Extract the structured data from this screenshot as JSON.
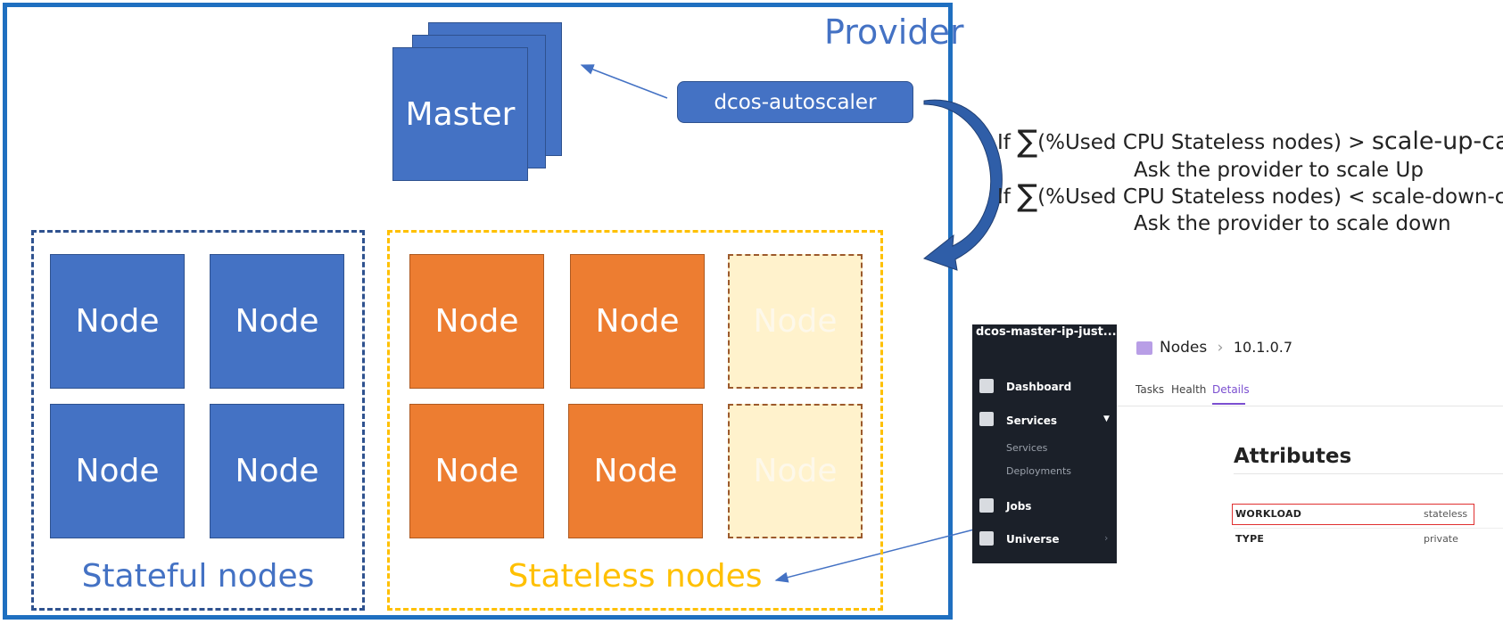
{
  "provider": {
    "label": "Provider"
  },
  "master": {
    "label": "Master"
  },
  "autoscaler": {
    "label": "dcos-autoscaler"
  },
  "rules": [
    {
      "prefix": "If",
      "symbol": "∑",
      "condition": "(%Used CPU Stateless nodes) >",
      "cap": "scale-up-cap",
      "action": "Ask the provider to scale Up"
    },
    {
      "prefix": "If",
      "symbol": "∑",
      "condition": "(%Used CPU Stateless nodes) <",
      "cap": "scale-down-cap",
      "action": "Ask the provider to scale down"
    }
  ],
  "stateful": {
    "label": "Stateful nodes",
    "color": "#4472c4",
    "nodes": [
      "Node",
      "Node",
      "Node",
      "Node"
    ]
  },
  "stateless": {
    "label": "Stateless nodes",
    "color": "#ffc000",
    "nodes": [
      "Node",
      "Node",
      "Node",
      "Node"
    ],
    "pending_nodes": [
      "Node",
      "Node"
    ]
  },
  "dcos": {
    "cluster_name": "dcos-master-ip-just...",
    "nav": [
      {
        "label": "Dashboard",
        "icon": "dashboard-icon"
      },
      {
        "label": "Services",
        "icon": "services-icon",
        "expanded": true,
        "children": [
          "Services",
          "Deployments"
        ]
      },
      {
        "label": "Jobs",
        "icon": "jobs-icon"
      },
      {
        "label": "Universe",
        "icon": "universe-icon"
      }
    ],
    "breadcrumb": {
      "section": "Nodes",
      "node_ip": "10.1.0.7"
    },
    "tabs": [
      {
        "label": "Tasks"
      },
      {
        "label": "Health"
      },
      {
        "label": "Details",
        "active": true
      }
    ],
    "attributes": {
      "title": "Attributes",
      "rows": [
        {
          "key": "WORKLOAD",
          "value": "stateless",
          "highlighted": true
        },
        {
          "key": "TYPE",
          "value": "private"
        }
      ]
    }
  }
}
